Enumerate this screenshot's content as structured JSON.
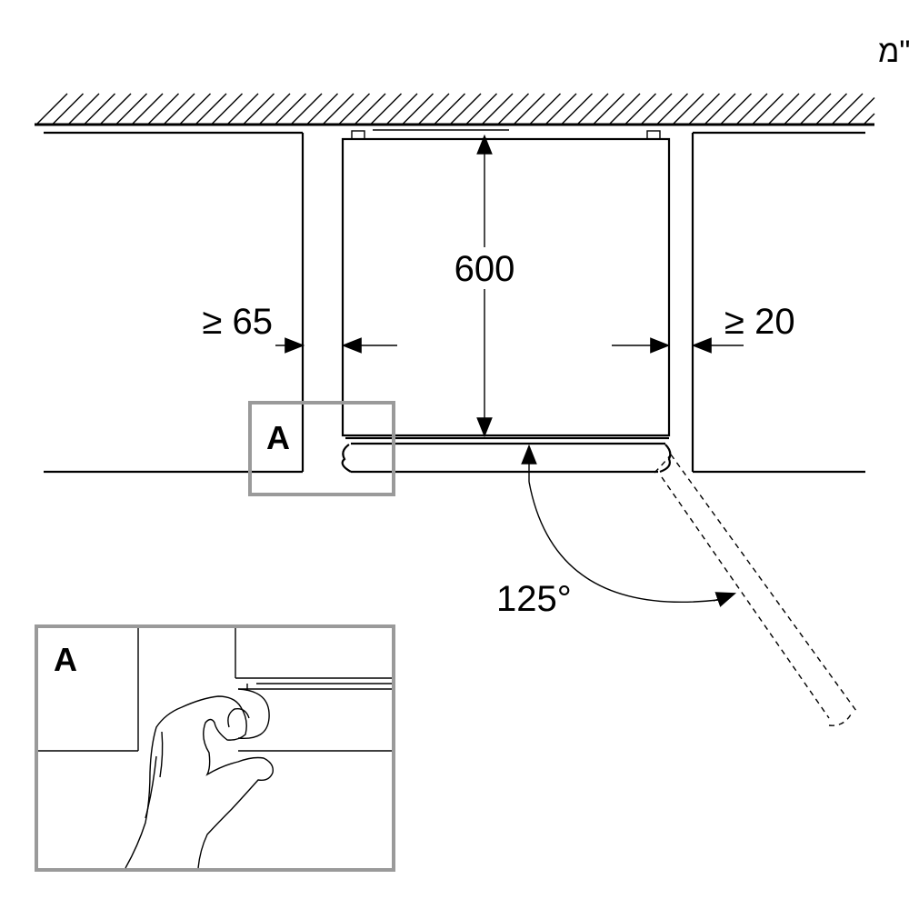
{
  "header": {
    "units_note": "מידות במ\"מ"
  },
  "dimensions": {
    "depth": "600",
    "left_clearance": "≥ 65",
    "right_clearance": "≥ 20",
    "door_angle": "125°"
  },
  "detail": {
    "marker_label": "A",
    "inset_label": "A"
  }
}
